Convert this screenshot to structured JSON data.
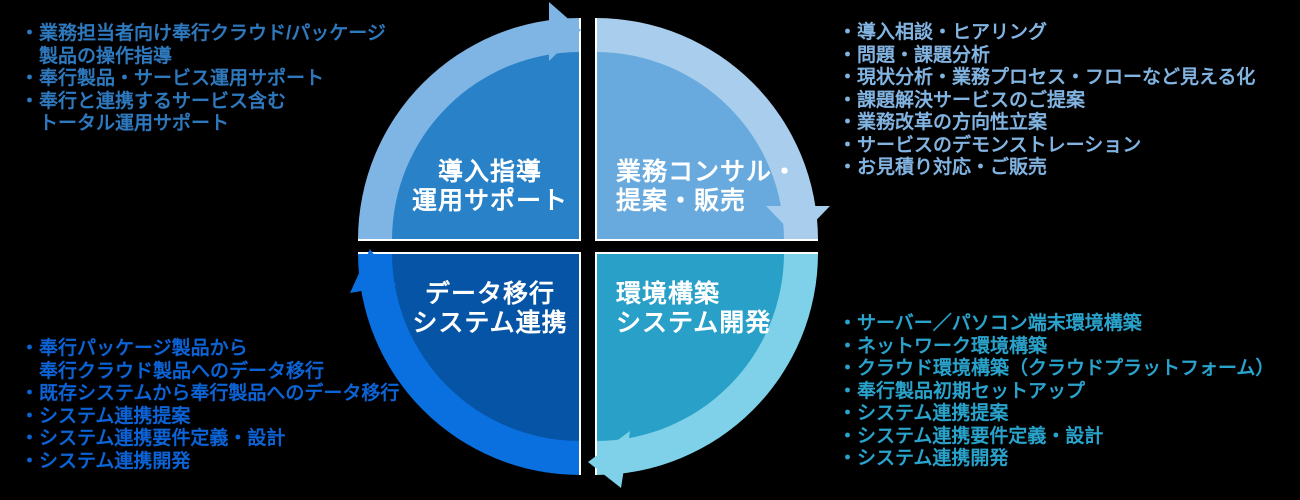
{
  "background_color": "#000000",
  "label_text_color": "#ffffff",
  "quadrants": {
    "top_left": {
      "label_line1": "導入指導",
      "label_line2": "運用サポート",
      "fill_color": "#2981C7",
      "band_color": "#7EB5E4"
    },
    "top_right": {
      "label_line1": "業務コンサル・",
      "label_line2": "提案・販売",
      "fill_color": "#68AADE",
      "band_color": "#A9CDEC"
    },
    "bottom_right": {
      "label_line1": "環境構築",
      "label_line2": "システム開発",
      "fill_color": "#29A0C8",
      "band_color": "#7ED1E8"
    },
    "bottom_left": {
      "label_line1": "データ移行",
      "label_line2": "システム連携",
      "fill_color": "#0554A6",
      "band_color": "#0A70E0"
    }
  },
  "lists": {
    "top_left": {
      "text_color": "#2E79BE",
      "items": [
        "・業務担当者向け奉行クラウド/パッケージ",
        "　製品の操作指導",
        "・奉行製品・サービス運用サポート",
        "・奉行と連携するサービス含む",
        "　トータル運用サポート"
      ]
    },
    "top_right": {
      "text_color": "#82B4E2",
      "items": [
        "・導入相談・ヒアリング",
        "・問題・課題分析",
        "・現状分析・業務プロセス・フローなど見える化",
        "・課題解決サービスのご提案",
        "・業務改革の方向性立案",
        "・サービスのデモンストレーション",
        "・お見積り対応・ご販売"
      ]
    },
    "bottom_left": {
      "text_color": "#0B63D6",
      "items": [
        "・奉行パッケージ製品から",
        "　奉行クラウド製品へのデータ移行",
        "・既存システムから奉行製品へのデータ移行",
        "・システム連携提案",
        "・システム連携要件定義・設計",
        "・システム連携開発"
      ]
    },
    "bottom_right": {
      "text_color": "#29A3CC",
      "items": [
        "・サーバー／パソコン端末環境構築",
        "・ネットワーク環境構築",
        "・クラウド環境構築（クラウドプラットフォーム）",
        "・奉行製品初期セットアップ",
        "・システム連携提案",
        "・システム連携要件定義・設計",
        "・システム連携開発"
      ]
    }
  }
}
